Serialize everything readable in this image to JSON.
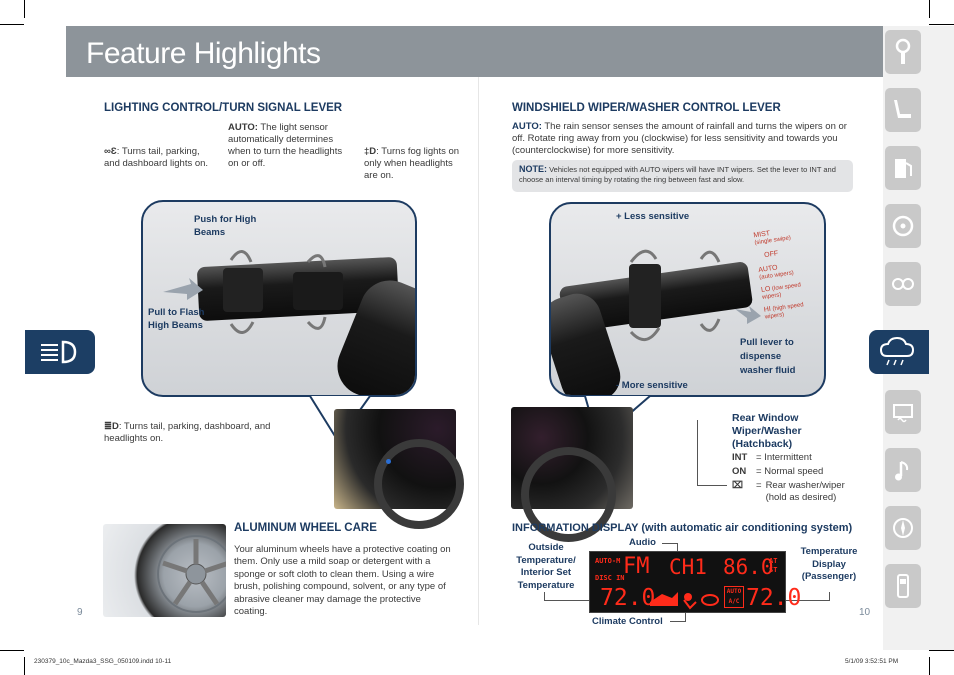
{
  "header": {
    "title": "Feature Highlights"
  },
  "left": {
    "lighting": {
      "heading": "LIGHTING CONTROL/TURN SIGNAL LEVER",
      "tail_text": ": Turns tail, parking, and dashboard lights on.",
      "auto_label": "AUTO:",
      "auto_text": " The light sensor automatically determines when to turn the headlights on or off.",
      "fog_text": ": Turns fog lights on only when headlights are on.",
      "push_high": "Push for High Beams",
      "pull_flash": "Pull to Flash High Beams",
      "headlight_text": ": Turns tail, parking, dashboard, and headlights on."
    },
    "wheel": {
      "heading": "ALUMINUM WHEEL CARE",
      "body": "Your aluminum wheels have a protective coating on them. Only use a mild soap or detergent with a sponge or soft cloth to clean them. Using a wire brush, polishing compound, solvent, or any type of abrasive cleaner may damage the protective coating."
    },
    "page_number": "9"
  },
  "right": {
    "wiper": {
      "heading": "WINDSHIELD WIPER/WASHER CONTROL LEVER",
      "auto_label": "AUTO:",
      "auto_text": " The rain sensor senses the amount of rainfall and turns the wipers on or off. Rotate ring away from you (clockwise) for less sensitivity and towards you (counterclockwise) for more sensitivity.",
      "note_label": "NOTE:",
      "note_text": " Vehicles not equipped with AUTO wipers will have INT wipers. Set the lever to INT and choose an interval timing by rotating the ring between fast and slow.",
      "less_sensitive": "+ Less sensitive",
      "more_sensitive": "- More sensitive",
      "pull_lever": "Pull lever to dispense washer fluid",
      "positions": {
        "mist": "MIST",
        "mist_sub": "(single swipe)",
        "off": "OFF",
        "auto": "AUTO",
        "auto_sub": "(auto wipers)",
        "lo": "LO",
        "lo_sub": "(low speed wipers)",
        "hi": "HI",
        "hi_sub": "(high speed wipers)"
      },
      "rear_title": "Rear Window Wiper/Washer (Hatchback)",
      "rear_rows": [
        {
          "key": "INT",
          "eq": "=",
          "desc": "Intermittent"
        },
        {
          "key": "ON",
          "eq": "=",
          "desc": "Normal speed"
        },
        {
          "key": "",
          "eq": "=",
          "desc": "Rear washer/wiper (hold as desired)"
        }
      ]
    },
    "info": {
      "heading": "INFORMATION DISPLAY (with automatic air conditioning system)",
      "audio_label": "Audio",
      "outside_temp": "Outside Temperature/ Interior Set Temperature",
      "temp_display": "Temperature Display (Passenger)",
      "climate": "Climate Control",
      "lcd": {
        "auto_m": "AUTO-M",
        "disc_in": "DISC IN",
        "fm": "FM",
        "ch": "CH1",
        "freq": "86.0",
        "at": "AT",
        "st": "ST",
        "left_temp": "72.0",
        "right_temp": "72.0",
        "auto_badge": "AUTO",
        "ac_badge": "A/C"
      }
    },
    "page_number": "10"
  },
  "footer": {
    "left": "230379_10c_Mazda3_SSG_050109.indd   10-11",
    "right": "5/1/09   3:52:51 PM"
  },
  "side_icons": [
    "key-icon",
    "seat-icon",
    "fuel-icon",
    "steering-wheel-icon",
    "gauges-icon",
    "rain-cloud-icon",
    "climate-icon",
    "music-icon",
    "navigation-icon",
    "phone-icon"
  ],
  "colors": {
    "navy": "#1d3b61",
    "header_gray": "#8d949a",
    "lcd_red": "#ff2b1a"
  }
}
